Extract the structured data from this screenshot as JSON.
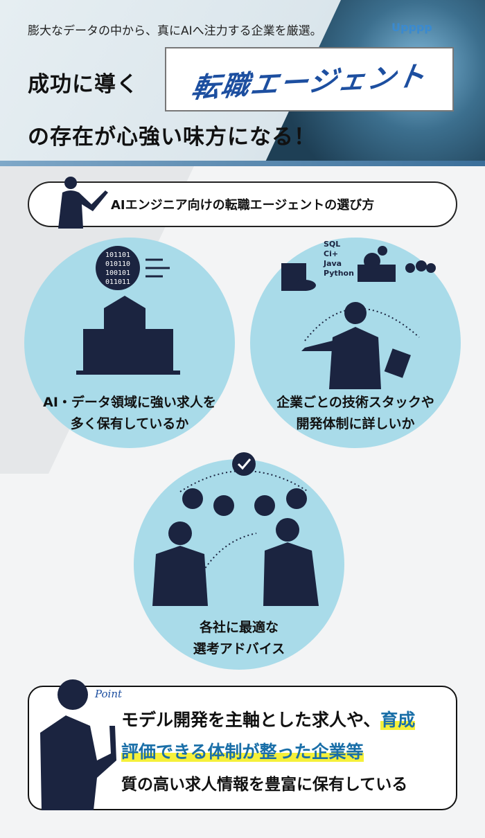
{
  "hero": {
    "subtitle": "膨大なデータの中から、真にAIへ注力する企業を厳選。",
    "line1": "成功に導く",
    "highlight": "転職エージェント",
    "line2": "の存在が心強い味方になる！",
    "brand": "Upppp"
  },
  "section_title": "AIエンジニア向けの転職エージェントの選び方",
  "cards": [
    {
      "lines": [
        "AI・データ領域に強い求人を",
        "多く保有しているか"
      ],
      "icon": "building-data-icon",
      "binary": [
        "101101",
        "010110",
        "100101",
        "011011"
      ]
    },
    {
      "lines": [
        "企業ごとの技術スタックや",
        "開発体制に詳しいか"
      ],
      "icon": "consultant-tech-stack-icon",
      "stack": [
        "SQL",
        "Ci+",
        "Java",
        "Python"
      ]
    },
    {
      "lines": [
        "各社に最適な",
        "選考アドバイス"
      ],
      "icon": "advisors-icon"
    }
  ],
  "point": {
    "label": "Point",
    "line1_plain": "モデル開発を主軸とした求人や、",
    "line1_highlight": "育成",
    "line2_highlight": "評価できる体制が整った企業等",
    "line3": "質の高い求人情報を豊富に保有している",
    "highlight_color": "#f5f03a",
    "accent_color": "#1a6fa8"
  },
  "colors": {
    "circle": "#a9dbe9",
    "navy": "#1b2440",
    "agent_text": "#1d4fa0"
  }
}
